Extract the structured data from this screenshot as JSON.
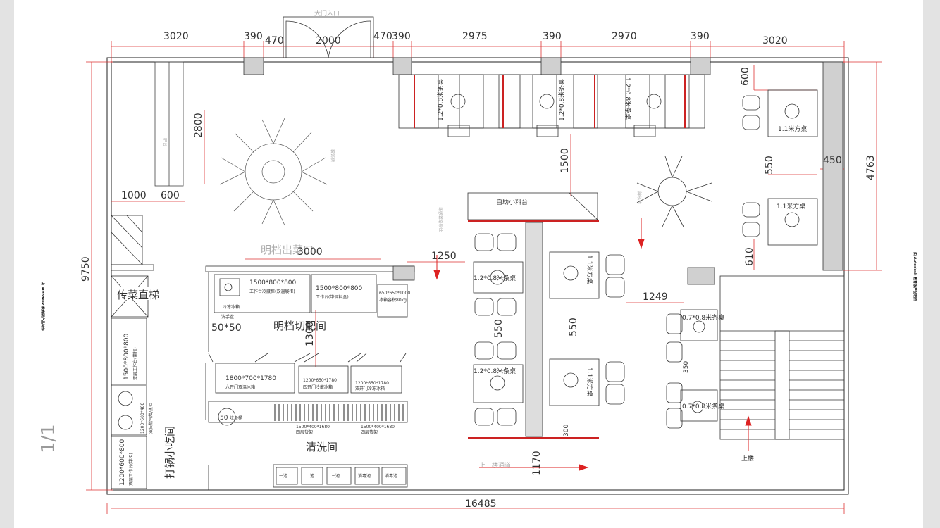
{
  "viewer": {
    "page_indicator": "1/1",
    "watermark_left": "由 Autodesk 教育版产品制作",
    "watermark_right": "由 Autodesk 教育版产品制作"
  },
  "plan": {
    "top_dims": [
      "3020",
      "390",
      "470",
      "2000",
      "470",
      "390",
      "2975",
      "390",
      "2970",
      "390",
      "3020"
    ],
    "entrance": "大门入口",
    "left_height": "9750",
    "bottom_width": "16485",
    "right_height": "4763",
    "counter_dims": [
      "2800",
      "1000",
      "600"
    ],
    "counter_label": "吧台",
    "tree_label": "装饰树",
    "booths": [
      "1.2*0.8米条桌",
      "1.2*0.8米条桌",
      "1.2*0.8米条桌"
    ],
    "dim_1500": "1500",
    "right_top_dims": [
      "600",
      "450",
      "550",
      "610"
    ],
    "right_tables": [
      "1.1米方桌",
      "1.1米方桌"
    ],
    "selfserve": "自助小料台",
    "walk_label": "明档出菜口",
    "dim_3000": "3000",
    "dim_1250": "1250",
    "dim_1249": "1249",
    "mid_tables_left": [
      "1.2*0.8米条桌",
      "1.2*0.8米条桌"
    ],
    "mid_tables_right": [
      "1.1米方桌",
      "1.1米方桌"
    ],
    "dim_550a": "550",
    "dim_550b": "550",
    "dim_350": "350",
    "dim_300": "300",
    "dim_1170": "1170",
    "small_tables": [
      "0.7*0.8米条桌",
      "0.7*0.8米条桌"
    ],
    "elevator": "传菜直梯",
    "prep_room": "明档切配间",
    "wash_room": "清洗间",
    "snack_room": "打锅小吃间",
    "stairs": "上楼",
    "path_label": "上一楼通道",
    "path_label2": "明档传菜通道",
    "kitchen_eq": [
      "1500*800*800",
      "1500*800*800",
      "650*650*1000"
    ],
    "kitchen_eq_sub": [
      "工作台冷藏柜(双温展柜)",
      "工作台(带调料盒)",
      "冰箱容积80kg"
    ],
    "fridge_lbl": "冷冻冰箱",
    "sink_lbl": "洗手盆",
    "dim_50x50": "50*50",
    "dim_1300": "1300",
    "cabinets": [
      "1800*700*1780",
      "1200*650*1780",
      "1200*650*1780"
    ],
    "cabinet_sub": [
      "六开门双温冰箱",
      "四开门冷藏冰箱",
      "双开门冷冻冰箱"
    ],
    "shelves": [
      "1500*400*1680",
      "1500*400*1680"
    ],
    "shelf_sub": [
      "四层货架",
      "四层货架"
    ],
    "left_eq": [
      "1500*800*800",
      "1200*600*400",
      "1200*600*800"
    ],
    "left_eq_sub": [
      "双层工作台(带柜)",
      "双头燃气灶/蒸柜",
      "双层工作台(带柜)"
    ],
    "bin_label": "50",
    "bin_sub": "垃圾桶",
    "sinks": [
      "一池",
      "二池",
      "三池",
      "消毒池",
      "消毒池"
    ]
  }
}
